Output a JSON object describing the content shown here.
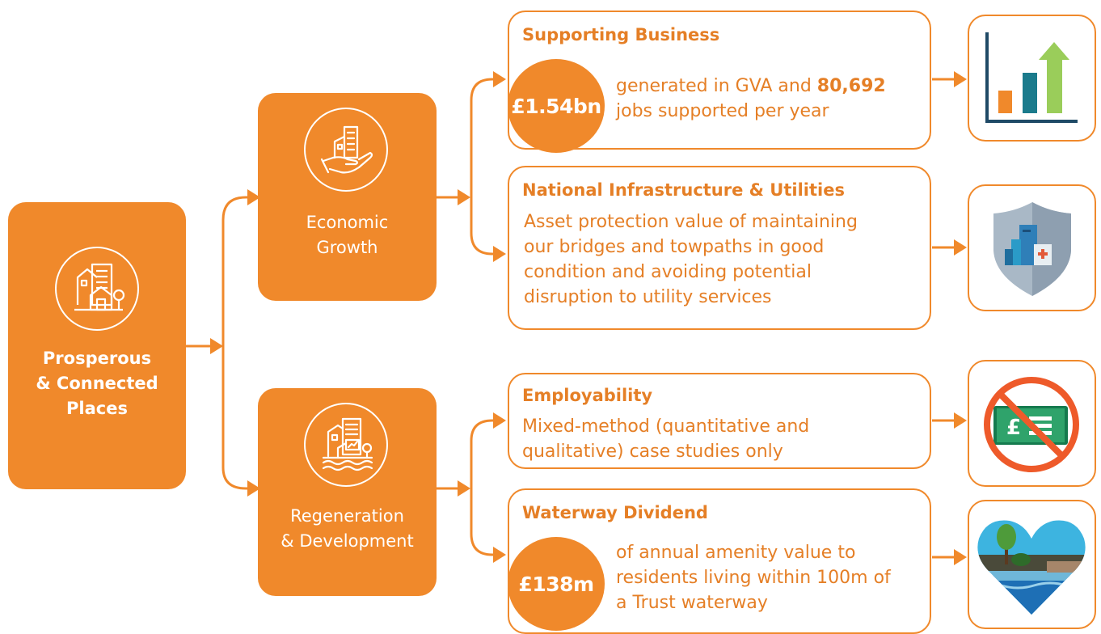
{
  "colors": {
    "accent": "#F0892B",
    "text_accent": "#E57F26"
  },
  "root": {
    "line1": "Prosperous",
    "line2": "& Connected",
    "line3": "Places",
    "icon": "buildings-icon"
  },
  "branches": [
    {
      "line1": "Economic",
      "line2": "Growth",
      "icon": "hand-building-icon"
    },
    {
      "line1": "Regeneration",
      "line2": "& Development",
      "icon": "waterfront-buildings-icon"
    }
  ],
  "cards": {
    "supporting_business": {
      "title": "Supporting Business",
      "value": "£1.54bn",
      "text_prefix": "generated in GVA and ",
      "text_bold": "80,692",
      "text_suffix": "jobs supported per year",
      "icon": "bar-chart-growth-icon"
    },
    "national_infrastructure": {
      "title": "National Infrastructure & Utilities",
      "lines": [
        "Asset protection value of maintaining",
        "our bridges and towpaths in good",
        "condition and avoiding potential",
        "disruption to utility services"
      ],
      "icon": "shield-buildings-icon"
    },
    "employability": {
      "title": "Employability",
      "lines": [
        "Mixed-method (quantitative and",
        "qualitative) case studies only"
      ],
      "icon": "no-money-icon"
    },
    "waterway_dividend": {
      "title": "Waterway Dividend",
      "value": "£138m",
      "lines": [
        "of annual amenity value to",
        "residents living within 100m of",
        "a Trust waterway"
      ],
      "icon": "heart-waterway-icon"
    }
  }
}
